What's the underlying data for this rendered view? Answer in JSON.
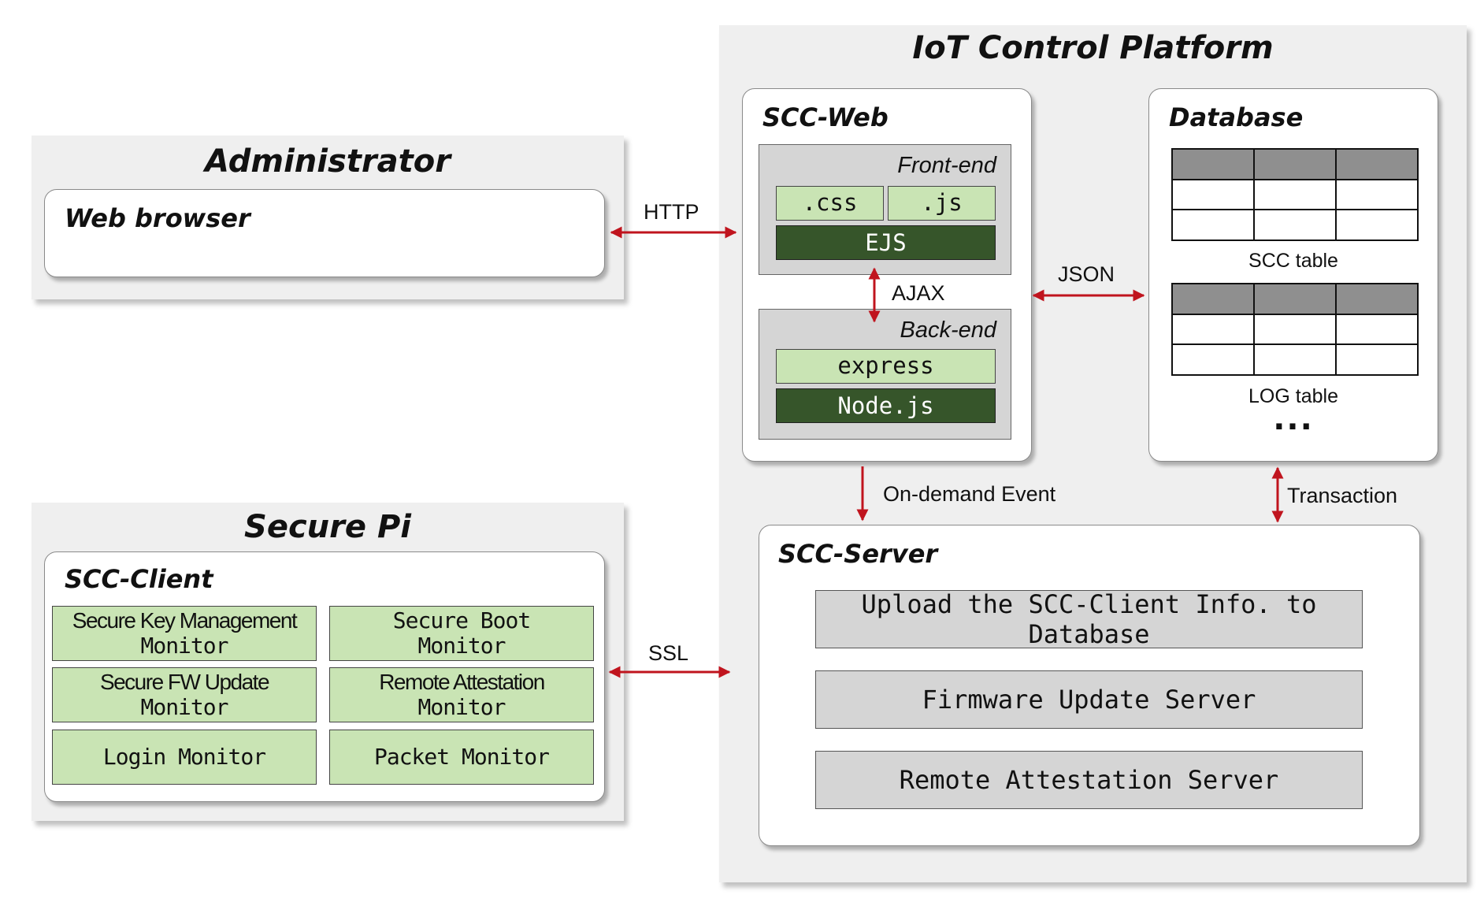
{
  "platform": {
    "title": "IoT Control Platform"
  },
  "administrator": {
    "title": "Administrator",
    "browser": "Web browser"
  },
  "securepi": {
    "title": "Secure Pi",
    "client_title": "SCC-Client",
    "monitors": [
      {
        "line1": "Secure Key Management",
        "line2": "Monitor"
      },
      {
        "line1": "Secure Boot",
        "line2": "Monitor"
      },
      {
        "line1": "Secure FW Update",
        "line2": "Monitor"
      },
      {
        "line1": "Remote Attestation",
        "line2": "Monitor"
      },
      {
        "line1": "Login Monitor",
        "line2": ""
      },
      {
        "line1": "Packet Monitor",
        "line2": ""
      }
    ]
  },
  "sccweb": {
    "title": "SCC-Web",
    "frontend": {
      "label": "Front-end",
      "css": ".css",
      "js": ".js",
      "ejs": "EJS"
    },
    "backend": {
      "label": "Back-end",
      "express": "express",
      "node": "Node.js"
    }
  },
  "database": {
    "title": "Database",
    "scc_table": "SCC table",
    "log_table": "LOG table",
    "more": "..."
  },
  "server": {
    "title": "SCC-Server",
    "items": [
      "Upload the SCC-Client Info. to Database",
      "Firmware Update Server",
      "Remote Attestation Server"
    ]
  },
  "connections": {
    "http": "HTTP",
    "ssl": "SSL",
    "ajax": "AJAX",
    "json": "JSON",
    "on_demand": "On-demand Event",
    "transaction": "Transaction"
  },
  "colors": {
    "arrow": "#c0141e",
    "light_green": "#c9e4b4",
    "dark_green": "#36552a",
    "panel": "#efefef"
  }
}
